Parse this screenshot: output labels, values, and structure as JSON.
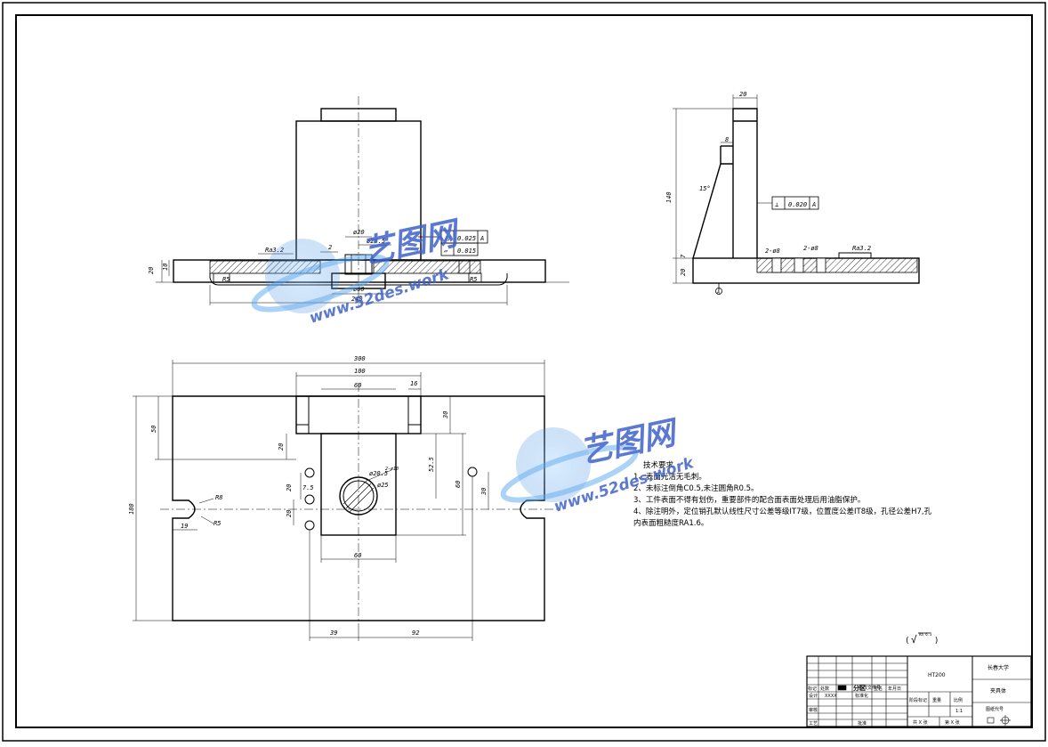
{
  "dimensions": {
    "front": {
      "d20": "ø20",
      "d20_5": "ø20.5",
      "r2": "2",
      "ra32": "Ra3.2",
      "d60": "ø60",
      "w240": "240",
      "h20": "20",
      "h10": "10",
      "r5a": "R5",
      "r5b": "R5"
    },
    "front_tol": {
      "parallel_val": "0.025",
      "parallel_ref": "A",
      "flatness_val": "0.015"
    },
    "side": {
      "w20": "20",
      "w8": "8",
      "ang15": "15°",
      "h140": "140",
      "h7": "7",
      "h20": "20",
      "c2": "2-ø8",
      "d8": "2-ø8",
      "ra32": "Ra3.2",
      "datum": "A"
    },
    "side_tol": {
      "perp_val": "0.020",
      "perp_ref": "A"
    },
    "top": {
      "w300": "300",
      "w100": "100",
      "w60": "60",
      "w16": "16",
      "h50": "50",
      "h20": "20",
      "h30": "30",
      "h52_5": "52.5",
      "h60": "60",
      "h30b": "30",
      "d20_5": "ø20.5",
      "d25": "ø25",
      "d20_3": "2-ø10",
      "v20": "20",
      "v7_5": "7.5",
      "v20b": "20",
      "r8": "R8",
      "r5": "R5",
      "w19": "19",
      "h180": "180",
      "w60b": "60",
      "w39": "39",
      "w92": "92"
    }
  },
  "notes": {
    "title": "技术要求",
    "items": [
      "1、表面光洁无毛刺。",
      "2、未标注倒角C0.5,未注圆角R0.5。",
      "3、工件表面不得有划伤，重要部件的配合面表面处理后用油脂保护。",
      "4、除注明外，定位销孔默认线性尺寸公差等级IT7级，位置度公差IT8级，孔径公差H7,孔",
      "内表面粗糙度RA1.6。"
    ]
  },
  "roughness": {
    "symbol": "√",
    "value": "Ra 6.3"
  },
  "watermark": {
    "cn": "艺图网",
    "url": "www.52des.work"
  },
  "title_block": {
    "material": "HT200",
    "school": "长春大学",
    "part_name": "夹具体",
    "drawing_no": "图纸代号",
    "designer_label": "设计",
    "designer": "XXXX",
    "standardize_label": "标准化",
    "check_label": "审核",
    "process_label": "工艺",
    "approve_label": "批准",
    "rev_headers": [
      "标记",
      "处数",
      "分区",
      "更改文件号",
      "签名",
      "年月日"
    ],
    "stage_label": "阶段标记",
    "weight_label": "重量",
    "scale_label": "比例",
    "scale": "1:1",
    "sheets_total": "共 X 张",
    "sheet_no": "第 X 张"
  }
}
